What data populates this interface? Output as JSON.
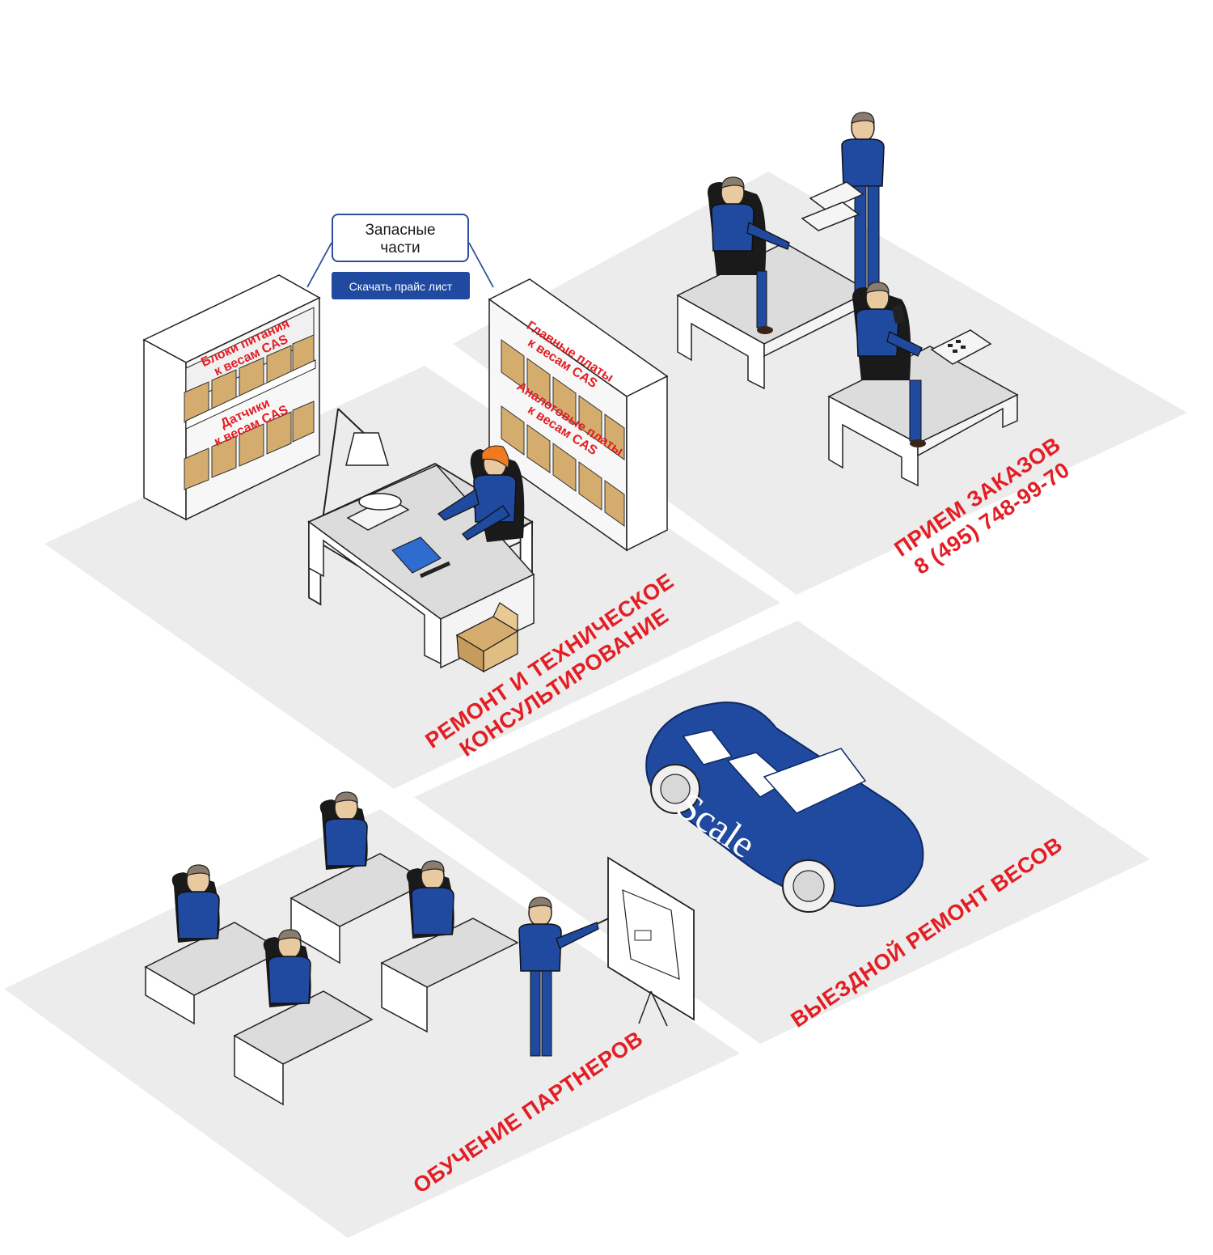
{
  "spare_parts": {
    "title_line1": "Запасные",
    "title_line2": "части",
    "download_button": "Скачать прайс лист"
  },
  "shelves": {
    "left_top_line1": "Блоки питания",
    "left_top_line2": "к весам CAS",
    "left_bottom_line1": "Датчики",
    "left_bottom_line2": "к весам CAS",
    "right_top_line1": "Главные платы",
    "right_top_line2": "к весам CAS",
    "right_bottom_line1": "Аналоговые платы",
    "right_bottom_line2": "к весам CAS"
  },
  "zones": {
    "repair_line1": "РЕМОНТ И ТЕХНИЧЕСКОЕ",
    "repair_line2": "КОНСУЛЬТИРОВАНИЕ",
    "orders_line1": "ПРИЕМ ЗАКАЗОВ",
    "orders_phone": "8 (495) 748-99-70",
    "field_repair": "ВЫЕЗДНОЙ РЕМОНТ ВЕСОВ",
    "training": "ОБУЧЕНИЕ ПАРТНЕРОВ"
  },
  "car_text": "Scale",
  "colors": {
    "floor": "#ececec",
    "accent_red": "#e31e24",
    "uniform_blue": "#1f4aa0",
    "button_blue": "#1f4aa0",
    "box_tan": "#d4ad6e"
  }
}
